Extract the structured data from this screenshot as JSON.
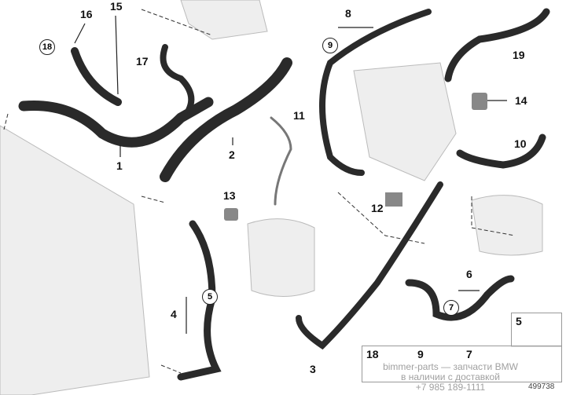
{
  "labels": {
    "l1": "1",
    "l2": "2",
    "l3": "3",
    "l4": "4",
    "l6": "6",
    "l8": "8",
    "l10": "10",
    "l11": "11",
    "l12": "12",
    "l13": "13",
    "l14": "14",
    "l15": "15",
    "l16": "16",
    "l17": "17",
    "l19": "19"
  },
  "circled": {
    "c18": "18",
    "c9": "9",
    "c5": "5",
    "c7": "7"
  },
  "legend": {
    "i5": "5",
    "i18": "18",
    "i9": "9",
    "i7": "7"
  },
  "watermark": {
    "line1": "bimmer-parts — запчасти BMW",
    "line2": "в наличии с доставкой",
    "line3": "+7 985 189-1111"
  },
  "figure_number": "499738"
}
